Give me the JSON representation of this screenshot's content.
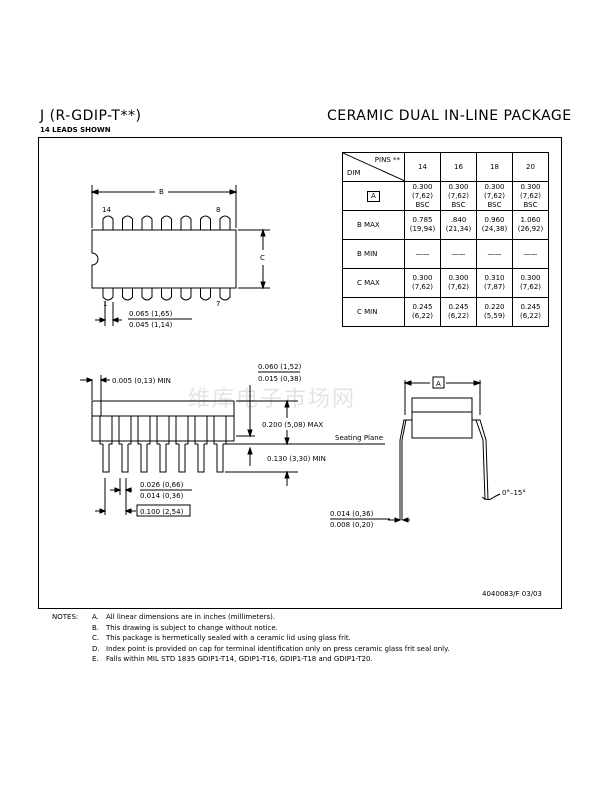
{
  "header": {
    "title_left": "J (R-GDIP-T**)",
    "title_right": "CERAMIC DUAL IN-LINE PACKAGE",
    "subtitle": "14 LEADS SHOWN"
  },
  "table": {
    "corner_top": "PINS **",
    "corner_bottom": "DIM",
    "columns": [
      "14",
      "16",
      "18",
      "20"
    ],
    "rows": [
      {
        "label": "A",
        "boxed": true,
        "values": [
          "0.300\n(7,62)\nBSC",
          "0.300\n(7,62)\nBSC",
          "0.300\n(7,62)\nBSC",
          "0.300\n(7,62)\nBSC"
        ]
      },
      {
        "label": "B  MAX",
        "values": [
          "0.785\n(19,94)",
          ".840\n(21,34)",
          "0.960\n(24,38)",
          "1.060\n(26,92)"
        ]
      },
      {
        "label": "B  MIN",
        "values": [
          "——",
          "——",
          "——",
          "——"
        ]
      },
      {
        "label": "C  MAX",
        "values": [
          "0.300\n(7,62)",
          "0.300\n(7,62)",
          "0.310\n(7,87)",
          "0.300\n(7,62)"
        ]
      },
      {
        "label": "C  MIN",
        "values": [
          "0.245\n(6,22)",
          "0.245\n(6,22)",
          "0.220\n(5,59)",
          "0.245\n(6,22)"
        ]
      }
    ]
  },
  "top_view": {
    "dim_b": "B",
    "dim_c": "C",
    "pin_14": "14",
    "pin_8": "8",
    "pin_1": "1",
    "pin_7": "7",
    "lead_width_max": "0.065 (1,65)",
    "lead_width_min": "0.045 (1,14)"
  },
  "side_view": {
    "end_clearance": "0.005 (0,13) MIN",
    "shoulder_max": "0.060 (1,52)",
    "shoulder_min": "0.015 (0,38)",
    "height": "0.200 (5,08) MAX",
    "seating_plane": "Seating Plane",
    "lead_length": "0.130 (3,30) MIN",
    "lead_w_max": "0.026 (0,66)",
    "lead_w_min": "0.014 (0,36)",
    "pitch": "0.100 (2,54)"
  },
  "end_view": {
    "dim_a": "A",
    "angle": "0°–15°",
    "thick_max": "0.014 (0,36)",
    "thick_min": "0.008 (0,20)"
  },
  "watermark": "维库电子市场网",
  "doc_ref": "4040083/F 03/03",
  "notes": {
    "heading": "NOTES:",
    "items": [
      {
        "key": "A.",
        "text": "All linear dimensions are in inches (millimeters)."
      },
      {
        "key": "B.",
        "text": "This drawing is subject to change without notice."
      },
      {
        "key": "C.",
        "text": "This package is hermetically sealed with a ceramic lid using glass frit."
      },
      {
        "key": "D.",
        "text": "Index point is provided on cap for terminal identification only on press ceramic glass frit seal only."
      },
      {
        "key": "E.",
        "text": "Falls within MIL STD 1835 GDIP1-T14, GDIP1-T16, GDIP1-T18 and GDIP1-T20."
      }
    ]
  }
}
